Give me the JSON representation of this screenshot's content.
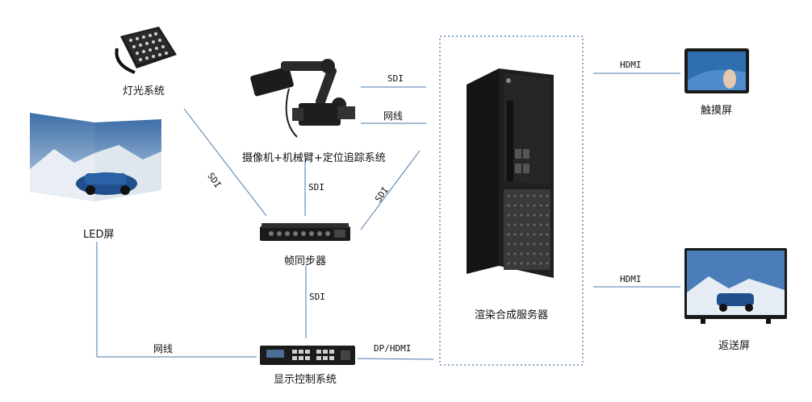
{
  "nodes": {
    "lighting": "灯光系统",
    "camera": "摄像机+机械臂+定位追踪系统",
    "led": "LED屏",
    "framesync": "帧同步器",
    "display_ctrl": "显示控制系统",
    "render_server": "渲染合成服务器",
    "touchscreen": "触摸屏",
    "return_screen": "返送屏"
  },
  "edges": {
    "camera_server_sdi": "SDI",
    "camera_server_net": "网线",
    "light_sync_sdi": "SDI",
    "camera_sync_sdi": "SDI",
    "server_sync_sdi": "SDI",
    "sync_display_sdi": "SDI",
    "led_display_net": "网线",
    "display_server": "DP/HDMI",
    "server_touch": "HDMI",
    "server_return": "HDMI"
  },
  "colors": {
    "line": "#4a78a8",
    "server_box": "#8aa9c8"
  }
}
